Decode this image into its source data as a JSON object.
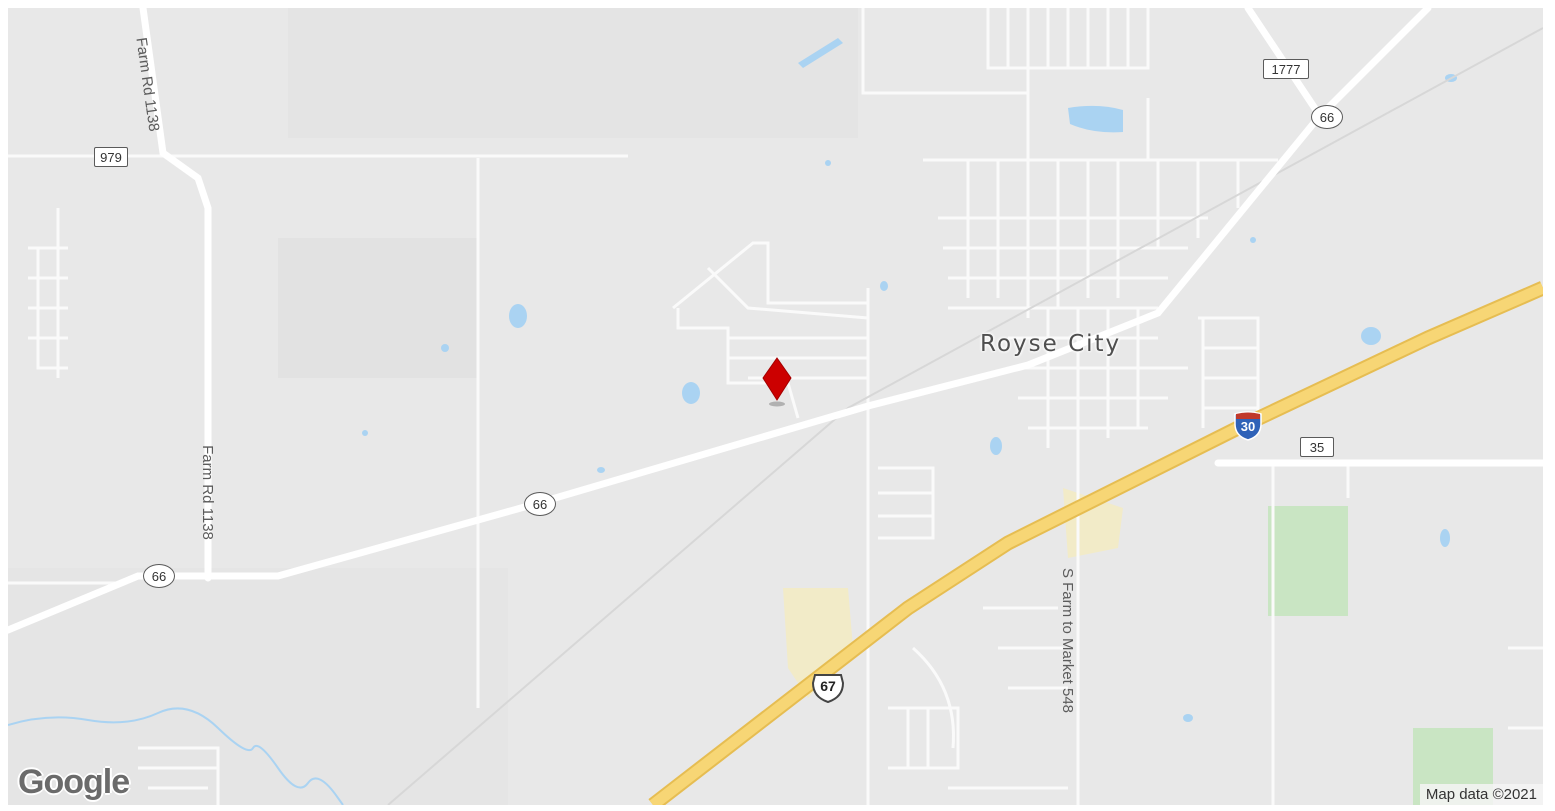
{
  "map": {
    "city_label": "Royse City",
    "road_labels": {
      "farm_rd_1138_top": "Farm Rd 1138",
      "farm_rd_1138_mid": "Farm Rd 1138",
      "s_farm_to_market_548": "S Farm to Market 548"
    },
    "shields": {
      "fm_979": "979",
      "fm_1777": "1777",
      "fm_35": "35",
      "sh_66_a": "66",
      "sh_66_b": "66",
      "sh_66_c": "66",
      "us_67": "67",
      "i_30": "30"
    },
    "marker": {
      "color": "#cc0000",
      "icon": "map-pin-icon"
    },
    "logo_text": "Google",
    "attribution": "Map data ©2021",
    "colors": {
      "land": "#e8e8e8",
      "road": "#ffffff",
      "highway": "#f5d36e",
      "water": "#aad3f2",
      "park": "#c9e5c3",
      "industrial": "#f5edc8"
    }
  }
}
